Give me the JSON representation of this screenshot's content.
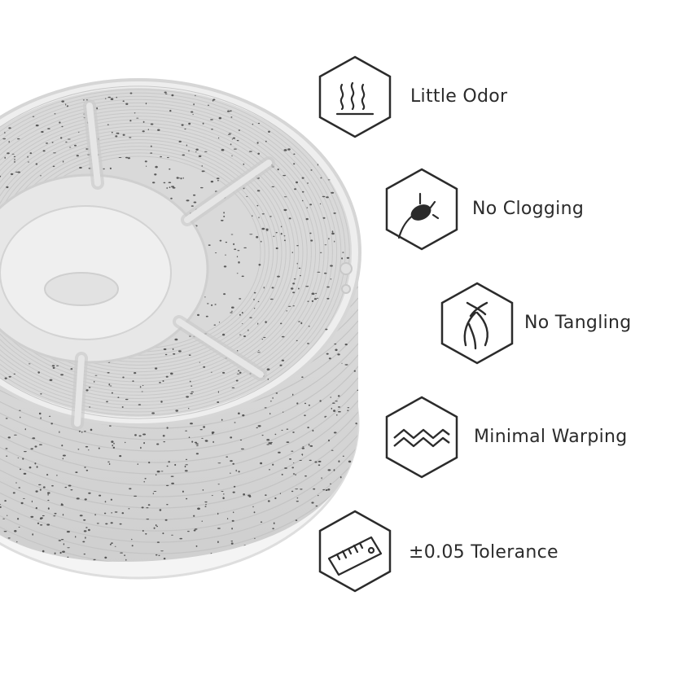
{
  "features": [
    {
      "label": "Little Odor",
      "icon": "heat-waves-icon"
    },
    {
      "label": "No Clogging",
      "icon": "nozzle-icon"
    },
    {
      "label": "No Tangling",
      "icon": "filament-knot-icon"
    },
    {
      "label": "Minimal Warping",
      "icon": "warping-waves-icon"
    },
    {
      "label": "±0.05 Tolerance",
      "icon": "ruler-icon"
    }
  ],
  "colors": {
    "background": "#ffffff",
    "icon_stroke": "#2b2b2b",
    "text": "#2b2b2b",
    "filament": "#d9d9d9",
    "speckle": "#555555"
  }
}
